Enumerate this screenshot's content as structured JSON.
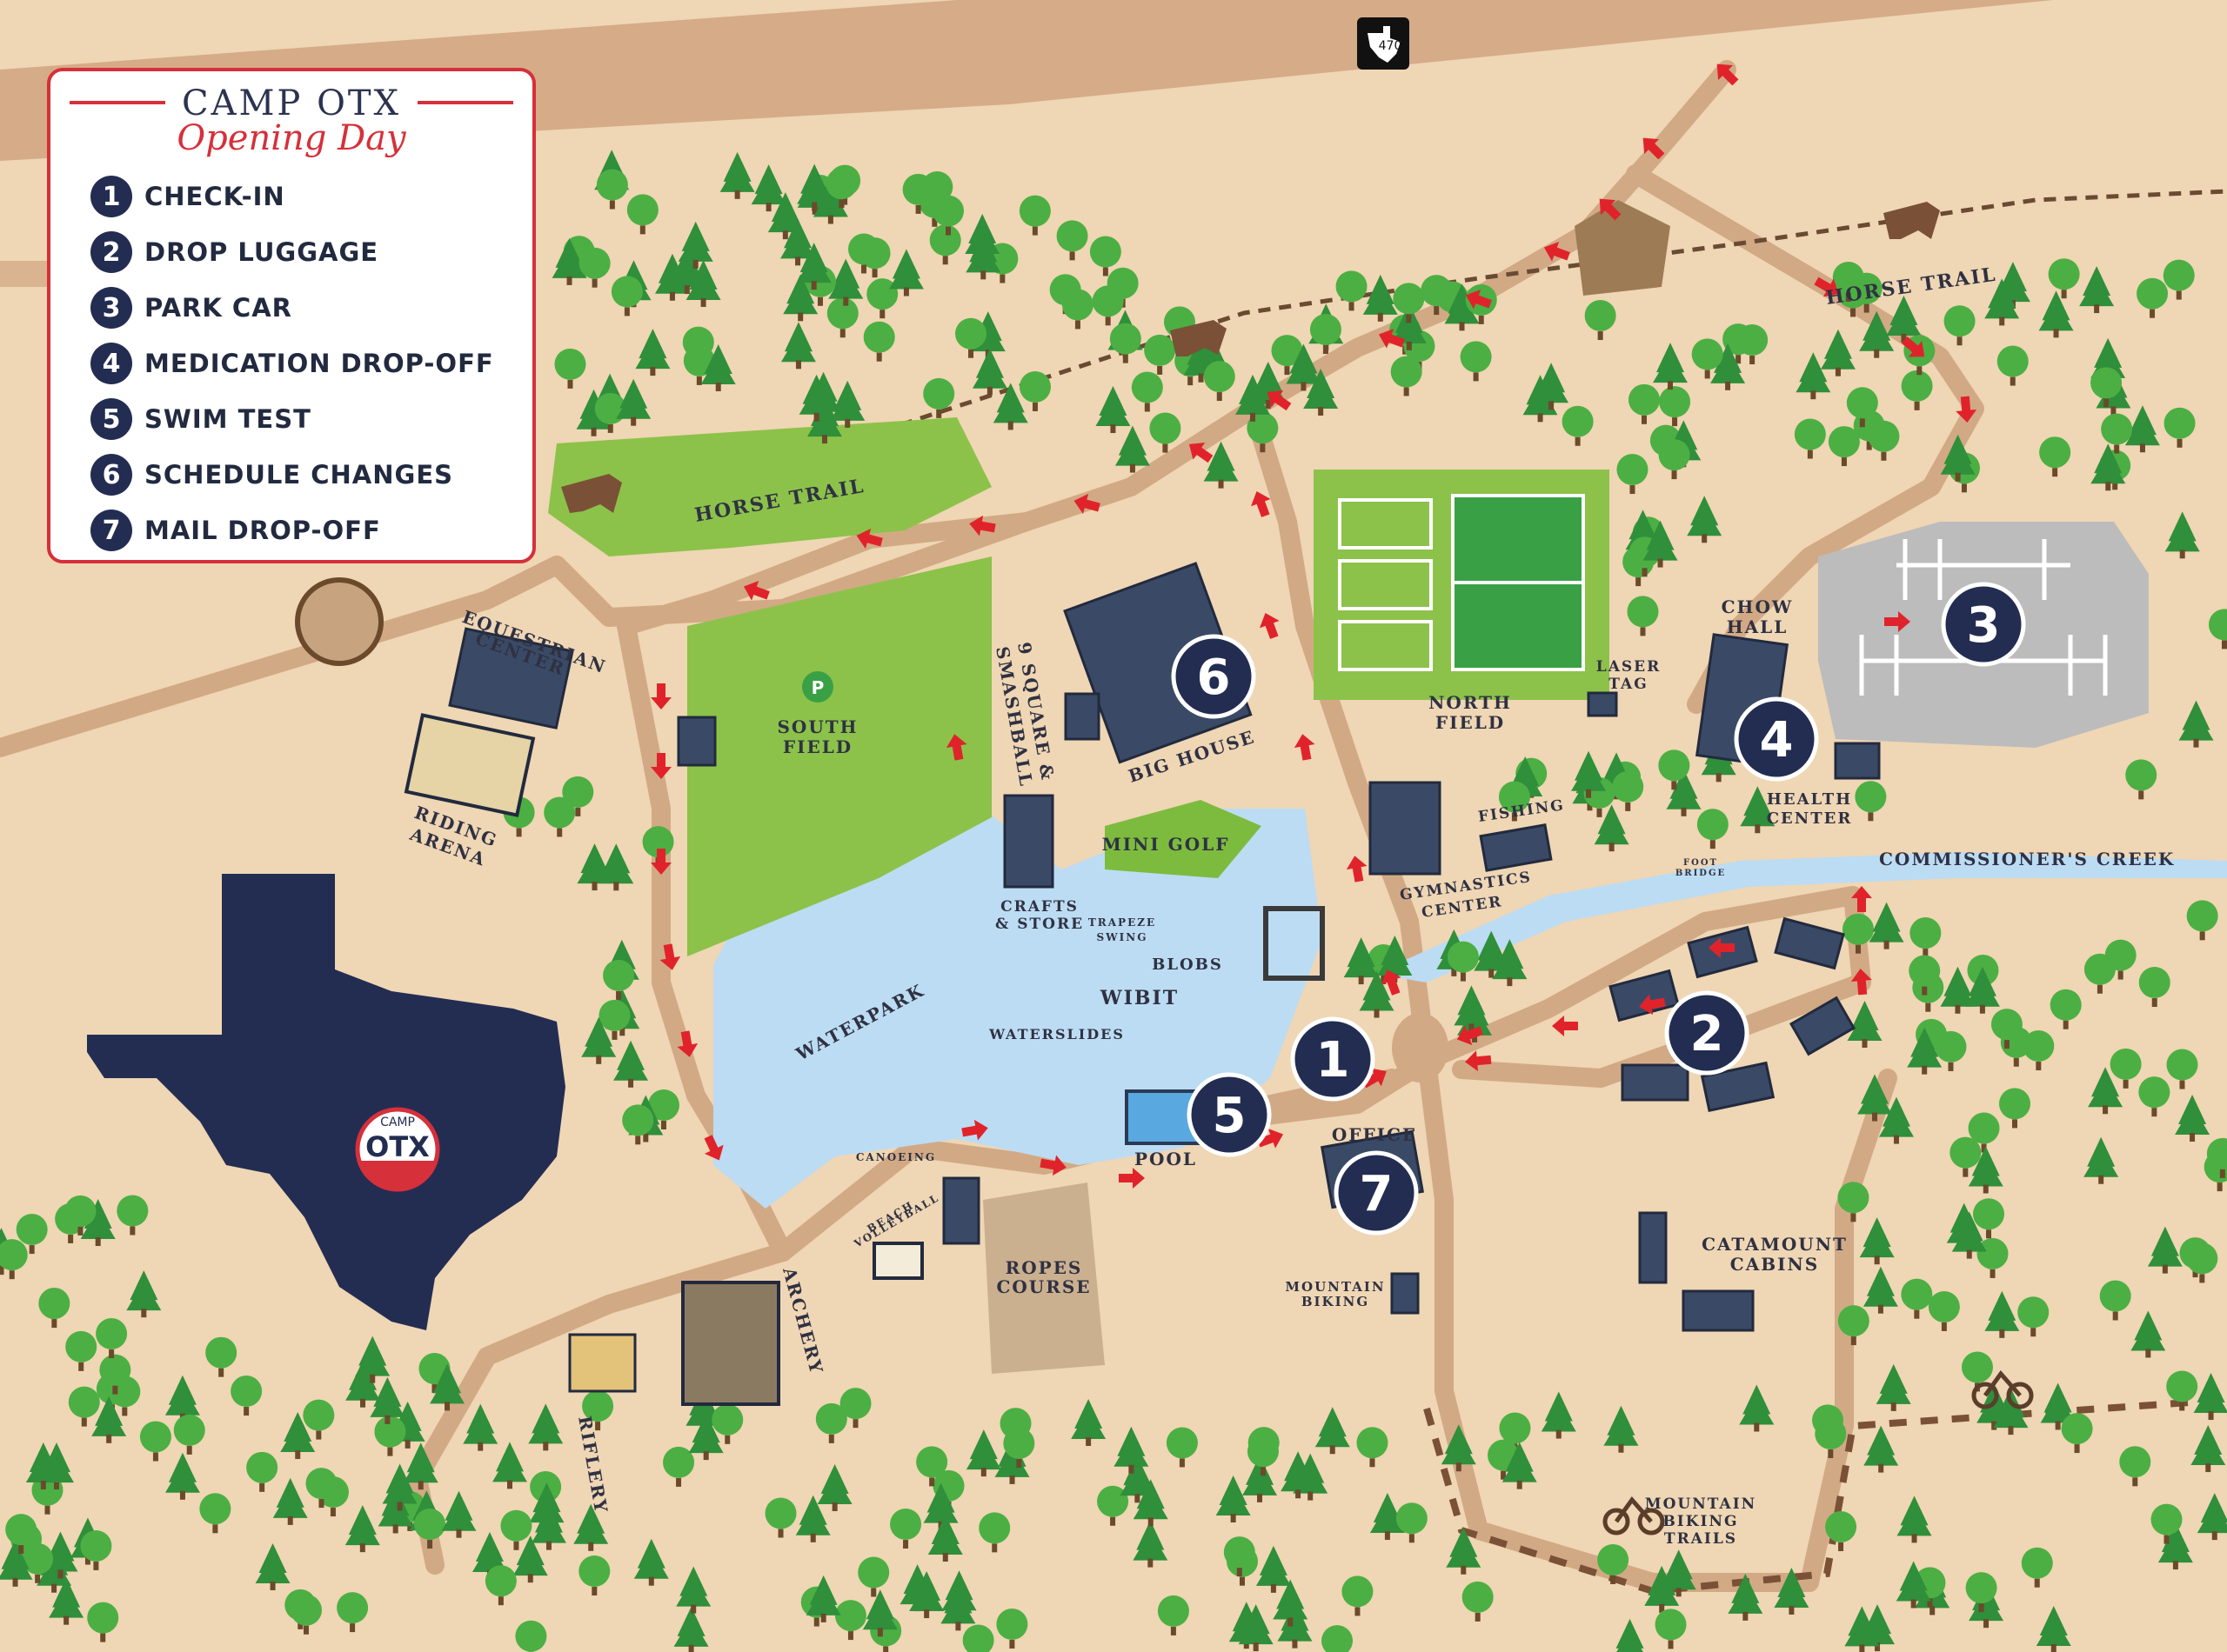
{
  "legend": {
    "title": "CAMP OTX",
    "subtitle": "Opening Day",
    "items": [
      {
        "num": "1",
        "label": "CHECK-IN"
      },
      {
        "num": "2",
        "label": "DROP LUGGAGE"
      },
      {
        "num": "3",
        "label": "PARK CAR"
      },
      {
        "num": "4",
        "label": "MEDICATION DROP-OFF"
      },
      {
        "num": "5",
        "label": "SWIM TEST"
      },
      {
        "num": "6",
        "label": "SCHEDULE CHANGES"
      },
      {
        "num": "7",
        "label": "MAIL DROP-OFF"
      }
    ]
  },
  "highway": {
    "number": "470"
  },
  "labels": {
    "horse_trail_left": "HORSE TRAIL",
    "horse_trail_right": "HORSE TRAIL",
    "equestrian_1": "EQUESTRIAN",
    "equestrian_2": "CENTER",
    "riding_1": "RIDING",
    "riding_2": "ARENA",
    "south_1": "SOUTH",
    "south_2": "FIELD",
    "parking_letter": "P",
    "square_1": "9 SQUARE &",
    "square_2": "SMASHBALL",
    "big_house": "BIG HOUSE",
    "north_1": "NORTH",
    "north_2": "FIELD",
    "laser_1": "LASER",
    "laser_2": "TAG",
    "chow_1": "CHOW",
    "chow_2": "HALL",
    "health_1": "HEALTH",
    "health_2": "CENTER",
    "mini_golf": "MINI GOLF",
    "fishing": "FISHING",
    "foot_1": "FOOT",
    "foot_2": "BRIDGE",
    "creek": "COMMISSIONER'S CREEK",
    "crafts_1": "CRAFTS",
    "crafts_2": "& STORE",
    "trapeze_1": "TRAPEZE",
    "trapeze_2": "SWING",
    "blobs": "BLOBS",
    "gym_1": "GYMNASTICS",
    "gym_2": "CENTER",
    "wibit": "WIBIT",
    "waterpark": "WATERPARK",
    "waterslides": "WATERSLIDES",
    "canoeing": "CANOEING",
    "pool": "POOL",
    "office": "OFFICE",
    "beach_1": "BEACH",
    "beach_2": "VOLLEYBALL",
    "ropes_1": "ROPES",
    "ropes_2": "COURSE",
    "archery": "ARCHERY",
    "riflery": "RIFLERY",
    "mtn_bike_1": "MOUNTAIN",
    "mtn_bike_2": "BIKING",
    "catamount_1": "CATAMOUNT",
    "catamount_2": "CABINS",
    "mtn_trails_1": "MOUNTAIN",
    "mtn_trails_2": "BIKING",
    "mtn_trails_3": "TRAILS",
    "texas_logo_top": "CAMP",
    "texas_logo_main": "OTX"
  },
  "markers": [
    {
      "num": "1"
    },
    {
      "num": "2"
    },
    {
      "num": "3"
    },
    {
      "num": "4"
    },
    {
      "num": "5"
    },
    {
      "num": "6"
    },
    {
      "num": "7"
    }
  ],
  "colors": {
    "ground": "#efd6b4",
    "road": "#d7b18d",
    "water": "#bcdcf3",
    "field": "#8cc24a",
    "navy": "#232d52",
    "arrow_red": "#e0232b",
    "legend_red": "#d6303a"
  }
}
